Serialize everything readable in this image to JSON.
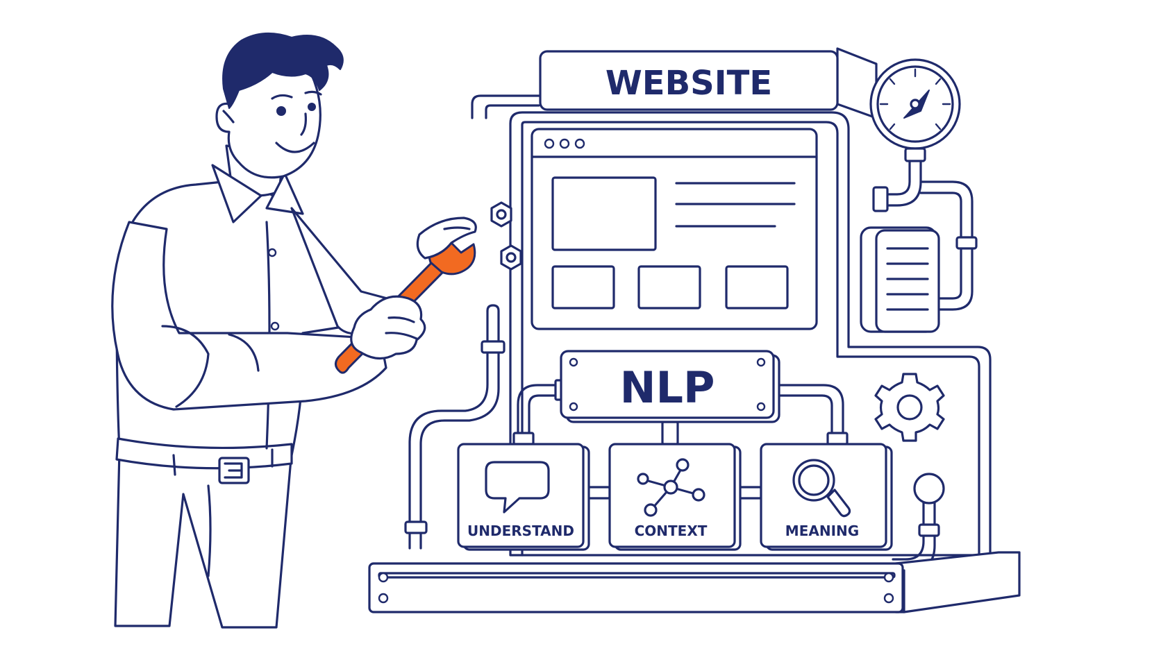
{
  "illustration": {
    "colors": {
      "line": "#1f2a6b",
      "accent": "#f26a21",
      "background": "#ffffff"
    },
    "labels": {
      "top_sign": "WEBSITE",
      "center_plate": "NLP",
      "modules": [
        {
          "label": "UNDERSTAND",
          "icon": "speech-bubble-icon"
        },
        {
          "label": "CONTEXT",
          "icon": "network-nodes-icon"
        },
        {
          "label": "MEANING",
          "icon": "magnifier-icon"
        }
      ]
    }
  }
}
